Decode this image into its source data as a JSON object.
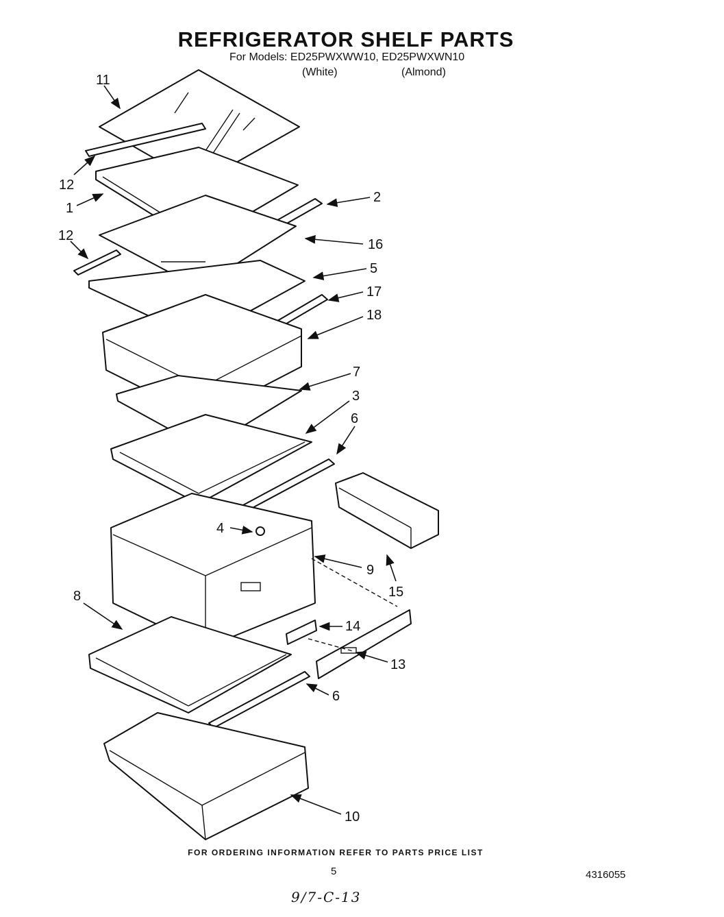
{
  "header": {
    "title": "REFRIGERATOR SHELF PARTS",
    "models_line": "For Models: ED25PWXWW10, ED25PWXWN10",
    "variants": [
      "(White)",
      "(Almond)"
    ]
  },
  "callouts": {
    "c11": "11",
    "c12a": "12",
    "c1": "1",
    "c12b": "12",
    "c2": "2",
    "c16": "16",
    "c5": "5",
    "c17": "17",
    "c18": "18",
    "c7": "7",
    "c3": "3",
    "c6a": "6",
    "c4": "4",
    "c9": "9",
    "c15": "15",
    "c8": "8",
    "c14": "14",
    "c13": "13",
    "c6b": "6",
    "c10": "10"
  },
  "footer": {
    "ordering_note": "FOR ORDERING INFORMATION REFER TO PARTS PRICE LIST",
    "page_number": "5",
    "document_number": "4316055",
    "handwritten": "9/7-C-13"
  },
  "arrow_marker": "arrowhead"
}
